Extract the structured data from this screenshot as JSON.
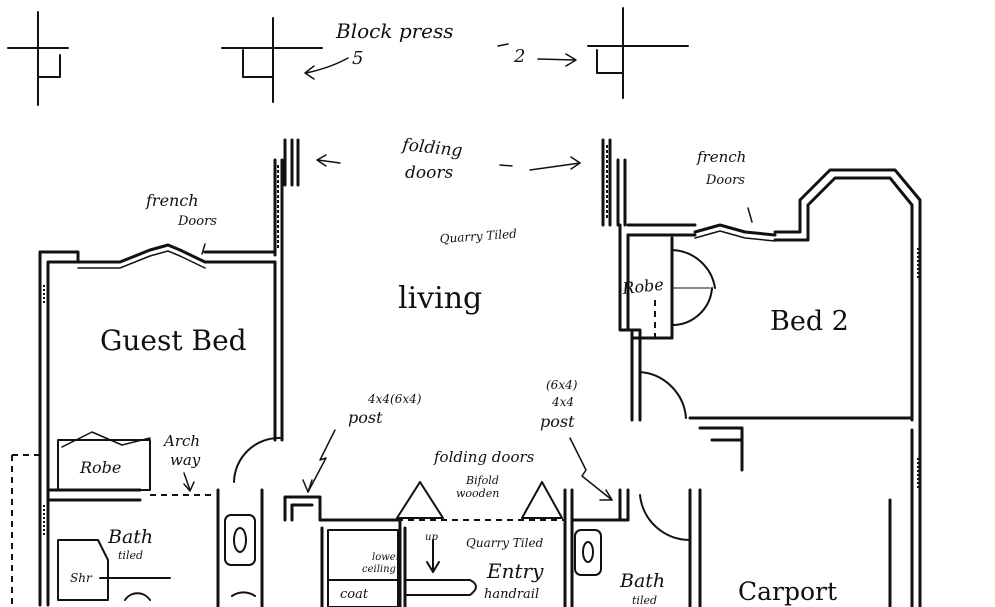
{
  "header": {
    "block_press": "Block press"
  },
  "dimensions": {
    "left": "5",
    "right": "2"
  },
  "labels": {
    "folding_doors_top_line1": "folding",
    "folding_doors_top_line2": "doors",
    "french_doors_left_line1": "french",
    "french_doors_left_line2": "Doors",
    "french_doors_right_line1": "french",
    "french_doors_right_line2": "Doors",
    "quarry_tiled_living": "Quarry Tiled",
    "living": "living",
    "guest_bed": "Guest Bed",
    "bed_2": "Bed 2",
    "robe_right": "Robe",
    "robe_left": "Robe",
    "arch_way_line1": "Arch",
    "arch_way_line2": "way",
    "post_left_spec": "4x4(6x4)",
    "post_left": "post",
    "post_right_spec1": "(6x4)",
    "post_right_spec2": "4x4",
    "post_right": "post",
    "folding_doors_mid": "folding doors",
    "bifold_line1": "Bifold",
    "bifold_line2": "wooden",
    "lower_ceiling_line1": "lower",
    "lower_ceiling_line2": "ceiling",
    "quarry_tiled_entry": "Quarry Tiled",
    "entry": "Entry",
    "handrail": "handrail",
    "coat": "coat",
    "up": "up",
    "bath_left": "Bath",
    "tiled_left": "tiled",
    "shr": "Shr",
    "bath_right": "Bath",
    "tiled_right": "tiled",
    "carport": "Carport"
  }
}
